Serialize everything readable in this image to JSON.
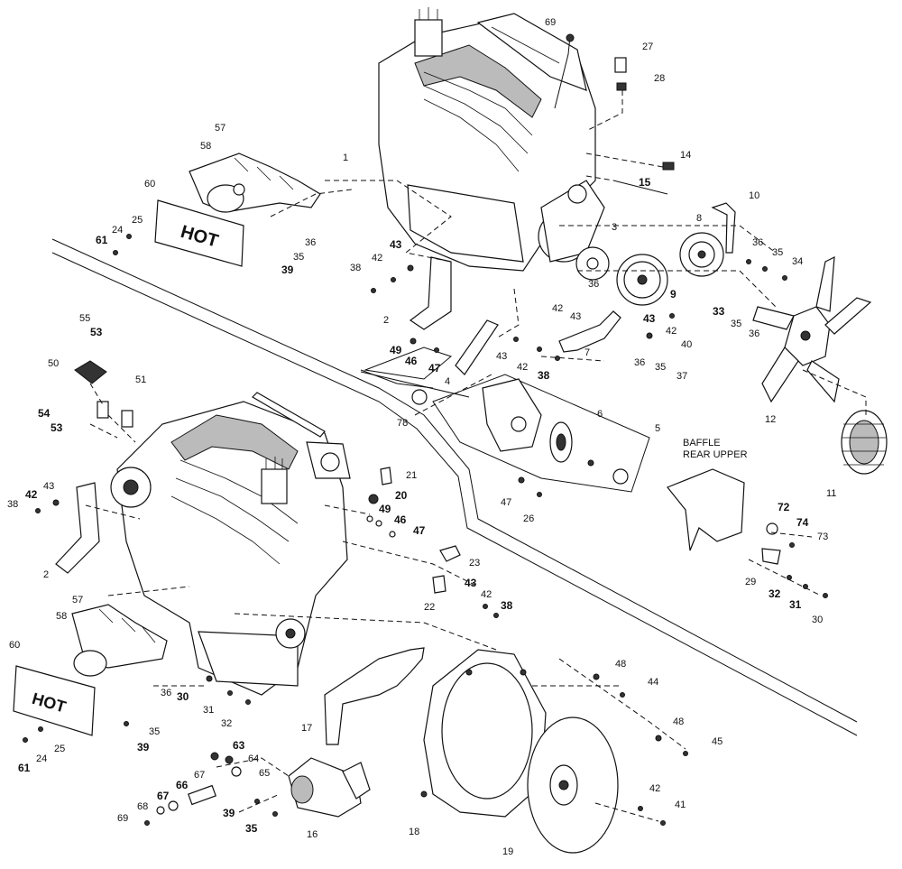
{
  "baffle": {
    "line1": "BAFFLE",
    "line2": "REAR UPPER"
  },
  "hot_text": "HOT",
  "callouts": {
    "c69a": "69",
    "c27": "27",
    "c28": "28",
    "c1": "1",
    "c14": "14",
    "c15": "15",
    "c57a": "57",
    "c58a": "58",
    "c60a": "60",
    "c25a": "25",
    "c24a": "24",
    "c61a": "61",
    "c36a": "36",
    "c35a": "35",
    "c39a": "39",
    "c10": "10",
    "c8": "8",
    "c3": "3",
    "c36b": "36",
    "c35b": "35",
    "c34": "34",
    "c43a": "43",
    "c42a": "42",
    "c38a": "38",
    "c9": "9",
    "c36c": "36",
    "c42b": "42",
    "c43b": "43",
    "c33": "33",
    "c35c": "35",
    "c36d": "36",
    "c2a": "2",
    "c49a": "49",
    "c46a": "46",
    "c47a": "47",
    "c4": "4",
    "c43c": "43",
    "c42c": "42",
    "c38b": "38",
    "c7": "7",
    "c43d": "43",
    "c42d": "42",
    "c40": "40",
    "c36e": "36",
    "c35d": "35",
    "c37": "37",
    "c55": "55",
    "c53a": "53",
    "c50": "50",
    "c51": "51",
    "c54": "54",
    "c53b": "53",
    "c78": "78",
    "c6": "6",
    "c5": "5",
    "c12": "12",
    "c11": "11",
    "c38c": "38",
    "c42e": "42",
    "c43e": "43",
    "c2b": "2",
    "c21": "21",
    "c20": "20",
    "c49b": "49",
    "c46b": "46",
    "c47b": "47",
    "c47c": "47",
    "c26": "26",
    "c72": "72",
    "c74": "74",
    "c73": "73",
    "c29": "29",
    "c32a": "32",
    "c31a": "31",
    "c30a": "30",
    "c23": "23",
    "c43f": "43",
    "c42f": "42",
    "c38d": "38",
    "c22": "22",
    "c57b": "57",
    "c58b": "58",
    "c60b": "60",
    "c36f": "36",
    "c35e": "35",
    "c39b": "39",
    "c25b": "25",
    "c24b": "24",
    "c61b": "61",
    "c30b": "30",
    "c31b": "31",
    "c32b": "32",
    "c48a": "48",
    "c44": "44",
    "c48b": "48",
    "c45": "45",
    "c17": "17",
    "c63": "63",
    "c64": "64",
    "c65": "65",
    "c67a": "67",
    "c66": "66",
    "c68": "68",
    "c67b": "67",
    "c69b": "69",
    "c39c": "39",
    "c35f": "35",
    "c16": "16",
    "c18": "18",
    "c19": "19",
    "c42g": "42",
    "c41": "41"
  }
}
